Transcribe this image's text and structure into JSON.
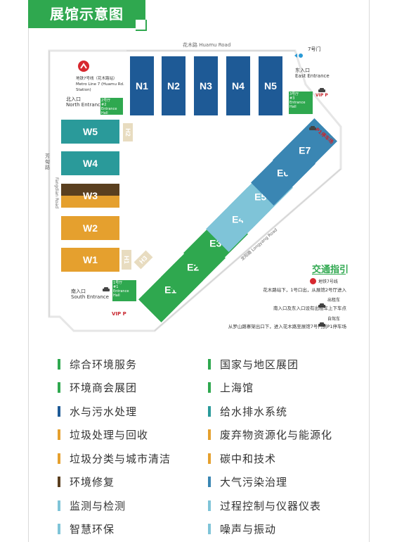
{
  "title": "展馆示意图",
  "roads": {
    "top": "花木路  Huamu Road",
    "left_cn": "芳甸路",
    "left_en": "Fangdian Road",
    "diag_cn": "龙阳路",
    "diag_en": "Longyang Road"
  },
  "halls": {
    "north": [
      "N1",
      "N2",
      "N3",
      "N4",
      "N5"
    ],
    "west": [
      "W5",
      "W4",
      "W3",
      "W2",
      "W1"
    ],
    "east": [
      "E1",
      "E2",
      "E3",
      "E4",
      "E5",
      "E6",
      "E7"
    ],
    "h": [
      "H2",
      "H1",
      "H3"
    ]
  },
  "entrances": {
    "north": "北入口",
    "north_en": "North Entrance",
    "south": "南入口",
    "south_en": "South Entrance",
    "east": "东入口",
    "east_en": "East Entrance",
    "gate7": "7号门"
  },
  "entrance_halls": [
    {
      "cn": "2号厅",
      "num": "#2",
      "en": "Entrance Hall"
    },
    {
      "cn": "1号厅",
      "num": "#1",
      "en": "Entrance Hall"
    },
    {
      "cn": "3号厅",
      "num": "#3",
      "en": "Entrance Hall"
    }
  ],
  "metro_station": {
    "line1": "地铁7号线（花木路站）",
    "line2": "Metro Line 7 (Huamu Rd. Station)"
  },
  "parking": {
    "vip1": "VIP P",
    "vip2": "VIP P",
    "p1": "P1停车场"
  },
  "transport": {
    "heading": "交通指引",
    "metro_label": "地铁7号线",
    "metro_text": "花木路站下，1号口出，从展馆2号厅进入",
    "taxi_label": "出租车",
    "taxi_text": "南入口及东入口设有出租车上下车点",
    "car_label": "自驾车",
    "car_text": "从罗山路寨架出口下，进入花木路至展馆7号门到P1停车场"
  },
  "legend": [
    {
      "text": "综合环境服务",
      "color": "#2fa84f"
    },
    {
      "text": "国家与地区展团",
      "color": "#2fa84f"
    },
    {
      "text": "环境商会展团",
      "color": "#2fa84f"
    },
    {
      "text": "上海馆",
      "color": "#2fa84f"
    },
    {
      "text": "水与污水处理",
      "color": "#1e5a96"
    },
    {
      "text": "给水排水系统",
      "color": "#2a9a9a"
    },
    {
      "text": "垃圾处理与回收",
      "color": "#e5a02e"
    },
    {
      "text": "废弃物资源化与能源化",
      "color": "#e5a02e"
    },
    {
      "text": "垃圾分类与城市清洁",
      "color": "#e5a02e"
    },
    {
      "text": "碳中和技术",
      "color": "#e5a02e"
    },
    {
      "text": "环境修复",
      "color": "#5a3f1f"
    },
    {
      "text": "大气污染治理",
      "color": "#3a86b3"
    },
    {
      "text": "监测与检测",
      "color": "#7fc4d8"
    },
    {
      "text": "过程控制与仪器仪表",
      "color": "#7fc4d8"
    },
    {
      "text": "智慧环保",
      "color": "#7fc4d8"
    },
    {
      "text": "噪声与振动",
      "color": "#7fc4d8"
    }
  ],
  "colors": {
    "green": "#2fa84f",
    "navy": "#1e5a96",
    "teal": "#2a9a9a",
    "orange": "#e5a02e",
    "brown": "#5a3f1f",
    "blue": "#3a86b3",
    "lightblue": "#7fc4d8",
    "beige": "#e8dcc0",
    "vip": "#c8262e"
  }
}
